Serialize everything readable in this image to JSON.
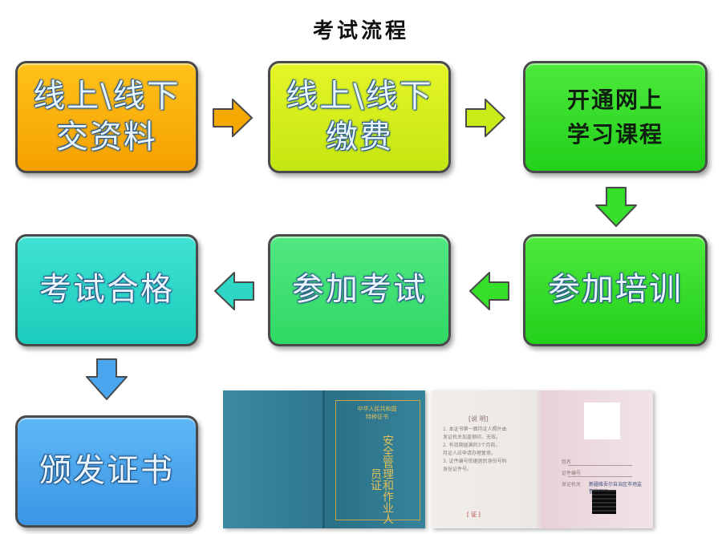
{
  "title": "考试流程",
  "steps": [
    {
      "label": "线上\\线下\n交资料"
    },
    {
      "label": "线上\\线下\n缴费"
    },
    {
      "label": "开通网上\n学习课程"
    },
    {
      "label": "参加培训"
    },
    {
      "label": "参加考试"
    },
    {
      "label": "考试合格"
    },
    {
      "label": "颁发证书"
    }
  ],
  "colors": {
    "step1": "#f9b10a",
    "step2": "#d6ee1c",
    "step3": "#33dc28",
    "step4": "#33dc28",
    "step5": "#3fe06f",
    "step6": "#2ed6c6",
    "step7": "#4aa6ee",
    "arrow_orange": "#f5a800",
    "arrow_lime": "#c8ec18",
    "arrow_green": "#36df2a",
    "arrow_teal": "#2ed6c6",
    "arrow_blue": "#4aa6ee"
  },
  "certificate_cover": {
    "top_text": "中华人民共和国\n特种证书",
    "vertical_title": "安全管理和作业人员证"
  },
  "certificate_inside": {
    "heading": "[说 明]",
    "notes": "1. 本证书第一面持证人照片由\n发证机关加盖钢印，无效。\n2. 有效期届满的3个月前，\n持证人应申请办理复审。\n3. 证件编号依据居民身份号码\n身份证件号。",
    "number_text": "[ 证 ]",
    "field1_label": "姓名",
    "field2_label": "证件编号",
    "field3_label": "发证机关",
    "field3_value": "新疆维吾尔自治区市场监督管理局"
  }
}
